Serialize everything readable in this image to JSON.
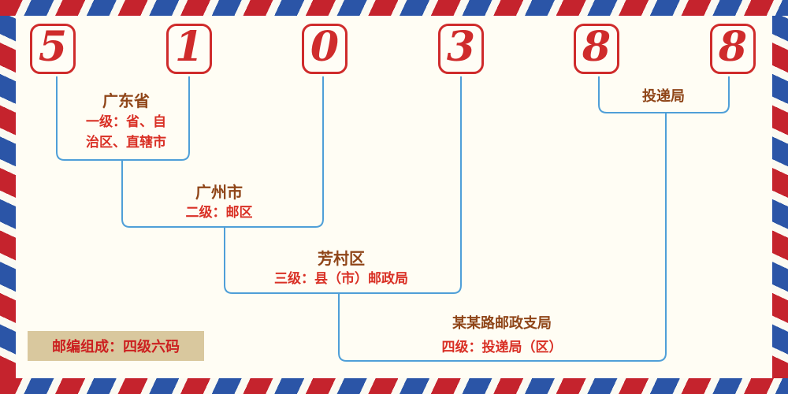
{
  "postal_code": {
    "digits": [
      "5",
      "1",
      "0",
      "3",
      "8",
      "8"
    ]
  },
  "levels": [
    {
      "name": "广东省",
      "desc": "一级：省、自\n治区、直辖市"
    },
    {
      "name": "广州市",
      "desc": "二级：邮区"
    },
    {
      "name": "芳村区",
      "desc": "三级：县（市）邮政局"
    },
    {
      "name": "某某路邮政支局",
      "desc": "四级：投递局（区）"
    }
  ],
  "delivery_office_label": "投递局",
  "footer_note": "邮编组成：四级六码",
  "colors": {
    "digit_red": "#cf2b2b",
    "line_blue": "#4f9fd8",
    "name_brown": "#8f4518",
    "desc_red": "#d93025",
    "stripe_red": "#c5232d",
    "stripe_blue": "#2b55a7",
    "footer_bg": "#d9c89e",
    "background": "#fffdf4"
  }
}
